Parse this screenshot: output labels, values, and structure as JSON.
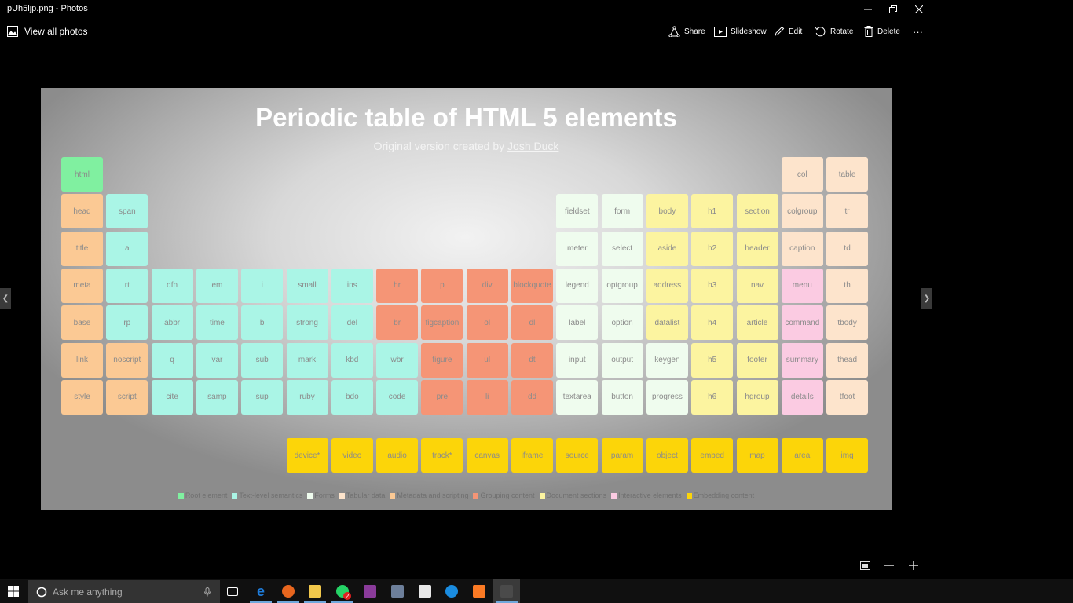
{
  "window": {
    "title": "pUh5ljp.png - Photos"
  },
  "toolbar": {
    "view_all": "View all photos",
    "share": "Share",
    "slideshow": "Slideshow",
    "edit": "Edit",
    "rotate": "Rotate",
    "delete": "Delete",
    "more": "···"
  },
  "poster": {
    "title": "Periodic table of HTML 5 elements",
    "subtitle_prefix": "Original version created by ",
    "subtitle_link": "Josh Duck"
  },
  "colors": {
    "root": "#80f0a0",
    "text": "#aaf5e6",
    "forms": "#effcee",
    "tabular": "#fde4cc",
    "meta": "#fbc994",
    "grouping": "#f59576",
    "sections": "#fcf4a0",
    "interactive": "#fbcbe2",
    "embedding": "#fcd509"
  },
  "elements": [
    {
      "label": "html",
      "cat": "root",
      "col": 0,
      "row": 0
    },
    {
      "label": "col",
      "cat": "tabular",
      "col": 16,
      "row": 0
    },
    {
      "label": "table",
      "cat": "tabular",
      "col": 17,
      "row": 0
    },
    {
      "label": "head",
      "cat": "meta",
      "col": 0,
      "row": 1
    },
    {
      "label": "span",
      "cat": "text",
      "col": 1,
      "row": 1
    },
    {
      "label": "fieldset",
      "cat": "forms",
      "col": 11,
      "row": 1
    },
    {
      "label": "form",
      "cat": "forms",
      "col": 12,
      "row": 1
    },
    {
      "label": "body",
      "cat": "sections",
      "col": 13,
      "row": 1
    },
    {
      "label": "h1",
      "cat": "sections",
      "col": 14,
      "row": 1
    },
    {
      "label": "section",
      "cat": "sections",
      "col": 15,
      "row": 1
    },
    {
      "label": "colgroup",
      "cat": "tabular",
      "col": 16,
      "row": 1
    },
    {
      "label": "tr",
      "cat": "tabular",
      "col": 17,
      "row": 1
    },
    {
      "label": "title",
      "cat": "meta",
      "col": 0,
      "row": 2
    },
    {
      "label": "a",
      "cat": "text",
      "col": 1,
      "row": 2
    },
    {
      "label": "meter",
      "cat": "forms",
      "col": 11,
      "row": 2
    },
    {
      "label": "select",
      "cat": "forms",
      "col": 12,
      "row": 2
    },
    {
      "label": "aside",
      "cat": "sections",
      "col": 13,
      "row": 2
    },
    {
      "label": "h2",
      "cat": "sections",
      "col": 14,
      "row": 2
    },
    {
      "label": "header",
      "cat": "sections",
      "col": 15,
      "row": 2
    },
    {
      "label": "caption",
      "cat": "tabular",
      "col": 16,
      "row": 2
    },
    {
      "label": "td",
      "cat": "tabular",
      "col": 17,
      "row": 2
    },
    {
      "label": "meta",
      "cat": "meta",
      "col": 0,
      "row": 3
    },
    {
      "label": "rt",
      "cat": "text",
      "col": 1,
      "row": 3
    },
    {
      "label": "dfn",
      "cat": "text",
      "col": 2,
      "row": 3
    },
    {
      "label": "em",
      "cat": "text",
      "col": 3,
      "row": 3
    },
    {
      "label": "i",
      "cat": "text",
      "col": 4,
      "row": 3
    },
    {
      "label": "small",
      "cat": "text",
      "col": 5,
      "row": 3
    },
    {
      "label": "ins",
      "cat": "text",
      "col": 6,
      "row": 3
    },
    {
      "label": "hr",
      "cat": "grouping",
      "col": 7,
      "row": 3
    },
    {
      "label": "p",
      "cat": "grouping",
      "col": 8,
      "row": 3
    },
    {
      "label": "div",
      "cat": "grouping",
      "col": 9,
      "row": 3
    },
    {
      "label": "blockquote",
      "cat": "grouping",
      "col": 10,
      "row": 3
    },
    {
      "label": "legend",
      "cat": "forms",
      "col": 11,
      "row": 3
    },
    {
      "label": "optgroup",
      "cat": "forms",
      "col": 12,
      "row": 3
    },
    {
      "label": "address",
      "cat": "sections",
      "col": 13,
      "row": 3
    },
    {
      "label": "h3",
      "cat": "sections",
      "col": 14,
      "row": 3
    },
    {
      "label": "nav",
      "cat": "sections",
      "col": 15,
      "row": 3
    },
    {
      "label": "menu",
      "cat": "interactive",
      "col": 16,
      "row": 3
    },
    {
      "label": "th",
      "cat": "tabular",
      "col": 17,
      "row": 3
    },
    {
      "label": "base",
      "cat": "meta",
      "col": 0,
      "row": 4
    },
    {
      "label": "rp",
      "cat": "text",
      "col": 1,
      "row": 4
    },
    {
      "label": "abbr",
      "cat": "text",
      "col": 2,
      "row": 4
    },
    {
      "label": "time",
      "cat": "text",
      "col": 3,
      "row": 4
    },
    {
      "label": "b",
      "cat": "text",
      "col": 4,
      "row": 4
    },
    {
      "label": "strong",
      "cat": "text",
      "col": 5,
      "row": 4
    },
    {
      "label": "del",
      "cat": "text",
      "col": 6,
      "row": 4
    },
    {
      "label": "br",
      "cat": "grouping",
      "col": 7,
      "row": 4
    },
    {
      "label": "figcaption",
      "cat": "grouping",
      "col": 8,
      "row": 4
    },
    {
      "label": "ol",
      "cat": "grouping",
      "col": 9,
      "row": 4
    },
    {
      "label": "dl",
      "cat": "grouping",
      "col": 10,
      "row": 4
    },
    {
      "label": "label",
      "cat": "forms",
      "col": 11,
      "row": 4
    },
    {
      "label": "option",
      "cat": "forms",
      "col": 12,
      "row": 4
    },
    {
      "label": "datalist",
      "cat": "sections",
      "col": 13,
      "row": 4
    },
    {
      "label": "h4",
      "cat": "sections",
      "col": 14,
      "row": 4
    },
    {
      "label": "article",
      "cat": "sections",
      "col": 15,
      "row": 4
    },
    {
      "label": "command",
      "cat": "interactive",
      "col": 16,
      "row": 4
    },
    {
      "label": "tbody",
      "cat": "tabular",
      "col": 17,
      "row": 4
    },
    {
      "label": "link",
      "cat": "meta",
      "col": 0,
      "row": 5
    },
    {
      "label": "noscript",
      "cat": "meta",
      "col": 1,
      "row": 5
    },
    {
      "label": "q",
      "cat": "text",
      "col": 2,
      "row": 5
    },
    {
      "label": "var",
      "cat": "text",
      "col": 3,
      "row": 5
    },
    {
      "label": "sub",
      "cat": "text",
      "col": 4,
      "row": 5
    },
    {
      "label": "mark",
      "cat": "text",
      "col": 5,
      "row": 5
    },
    {
      "label": "kbd",
      "cat": "text",
      "col": 6,
      "row": 5
    },
    {
      "label": "wbr",
      "cat": "text",
      "col": 7,
      "row": 5
    },
    {
      "label": "figure",
      "cat": "grouping",
      "col": 8,
      "row": 5
    },
    {
      "label": "ul",
      "cat": "grouping",
      "col": 9,
      "row": 5
    },
    {
      "label": "dt",
      "cat": "grouping",
      "col": 10,
      "row": 5
    },
    {
      "label": "input",
      "cat": "forms",
      "col": 11,
      "row": 5
    },
    {
      "label": "output",
      "cat": "forms",
      "col": 12,
      "row": 5
    },
    {
      "label": "keygen",
      "cat": "forms",
      "col": 13,
      "row": 5
    },
    {
      "label": "h5",
      "cat": "sections",
      "col": 14,
      "row": 5
    },
    {
      "label": "footer",
      "cat": "sections",
      "col": 15,
      "row": 5
    },
    {
      "label": "summary",
      "cat": "interactive",
      "col": 16,
      "row": 5
    },
    {
      "label": "thead",
      "cat": "tabular",
      "col": 17,
      "row": 5
    },
    {
      "label": "style",
      "cat": "meta",
      "col": 0,
      "row": 6
    },
    {
      "label": "script",
      "cat": "meta",
      "col": 1,
      "row": 6
    },
    {
      "label": "cite",
      "cat": "text",
      "col": 2,
      "row": 6
    },
    {
      "label": "samp",
      "cat": "text",
      "col": 3,
      "row": 6
    },
    {
      "label": "sup",
      "cat": "text",
      "col": 4,
      "row": 6
    },
    {
      "label": "ruby",
      "cat": "text",
      "col": 5,
      "row": 6
    },
    {
      "label": "bdo",
      "cat": "text",
      "col": 6,
      "row": 6
    },
    {
      "label": "code",
      "cat": "text",
      "col": 7,
      "row": 6
    },
    {
      "label": "pre",
      "cat": "grouping",
      "col": 8,
      "row": 6
    },
    {
      "label": "li",
      "cat": "grouping",
      "col": 9,
      "row": 6
    },
    {
      "label": "dd",
      "cat": "grouping",
      "col": 10,
      "row": 6
    },
    {
      "label": "textarea",
      "cat": "forms",
      "col": 11,
      "row": 6
    },
    {
      "label": "button",
      "cat": "forms",
      "col": 12,
      "row": 6
    },
    {
      "label": "progress",
      "cat": "forms",
      "col": 13,
      "row": 6
    },
    {
      "label": "h6",
      "cat": "sections",
      "col": 14,
      "row": 6
    },
    {
      "label": "hgroup",
      "cat": "sections",
      "col": 15,
      "row": 6
    },
    {
      "label": "details",
      "cat": "interactive",
      "col": 16,
      "row": 6
    },
    {
      "label": "tfoot",
      "cat": "tabular",
      "col": 17,
      "row": 6
    },
    {
      "label": "device*",
      "cat": "embedding",
      "col": 5,
      "row": 7
    },
    {
      "label": "video",
      "cat": "embedding",
      "col": 6,
      "row": 7
    },
    {
      "label": "audio",
      "cat": "embedding",
      "col": 7,
      "row": 7
    },
    {
      "label": "track*",
      "cat": "embedding",
      "col": 8,
      "row": 7
    },
    {
      "label": "canvas",
      "cat": "embedding",
      "col": 9,
      "row": 7
    },
    {
      "label": "iframe",
      "cat": "embedding",
      "col": 10,
      "row": 7
    },
    {
      "label": "source",
      "cat": "embedding",
      "col": 11,
      "row": 7
    },
    {
      "label": "param",
      "cat": "embedding",
      "col": 12,
      "row": 7
    },
    {
      "label": "object",
      "cat": "embedding",
      "col": 13,
      "row": 7
    },
    {
      "label": "embed",
      "cat": "embedding",
      "col": 14,
      "row": 7
    },
    {
      "label": "map",
      "cat": "embedding",
      "col": 15,
      "row": 7
    },
    {
      "label": "area",
      "cat": "embedding",
      "col": 16,
      "row": 7
    },
    {
      "label": "img",
      "cat": "embedding",
      "col": 17,
      "row": 7
    }
  ],
  "legend": [
    {
      "label": "Root element",
      "cat": "root"
    },
    {
      "label": "Text-level semantics",
      "cat": "text"
    },
    {
      "label": "Forms",
      "cat": "forms"
    },
    {
      "label": "Tabular data",
      "cat": "tabular"
    },
    {
      "label": "Metadata and scripting",
      "cat": "meta"
    },
    {
      "label": "Grouping content",
      "cat": "grouping"
    },
    {
      "label": "Document sections",
      "cat": "sections"
    },
    {
      "label": "Interactive elements",
      "cat": "interactive"
    },
    {
      "label": "Embedding content",
      "cat": "embedding"
    }
  ],
  "taskbar": {
    "search_placeholder": "Ask me anything",
    "whatsapp_badge": "2",
    "apps": [
      {
        "icon": "task-view-icon",
        "color": "#101010"
      },
      {
        "icon": "edge-icon",
        "color": "#1e7bd8"
      },
      {
        "icon": "firefox-icon",
        "color": "#e8661e"
      },
      {
        "icon": "file-explorer-icon",
        "color": "#f2c84b"
      },
      {
        "icon": "whatsapp-icon",
        "color": "#25d366"
      },
      {
        "icon": "winrar-icon",
        "color": "#8a3b9a"
      },
      {
        "icon": "image-viewer-icon",
        "color": "#6d7f9a"
      },
      {
        "icon": "mail-icon",
        "color": "#e8e8e8"
      },
      {
        "icon": "teamviewer-icon",
        "color": "#1a8ce0"
      },
      {
        "icon": "xampp-icon",
        "color": "#fb7a24"
      },
      {
        "icon": "photos-icon",
        "color": "#4a4a4a"
      }
    ]
  }
}
